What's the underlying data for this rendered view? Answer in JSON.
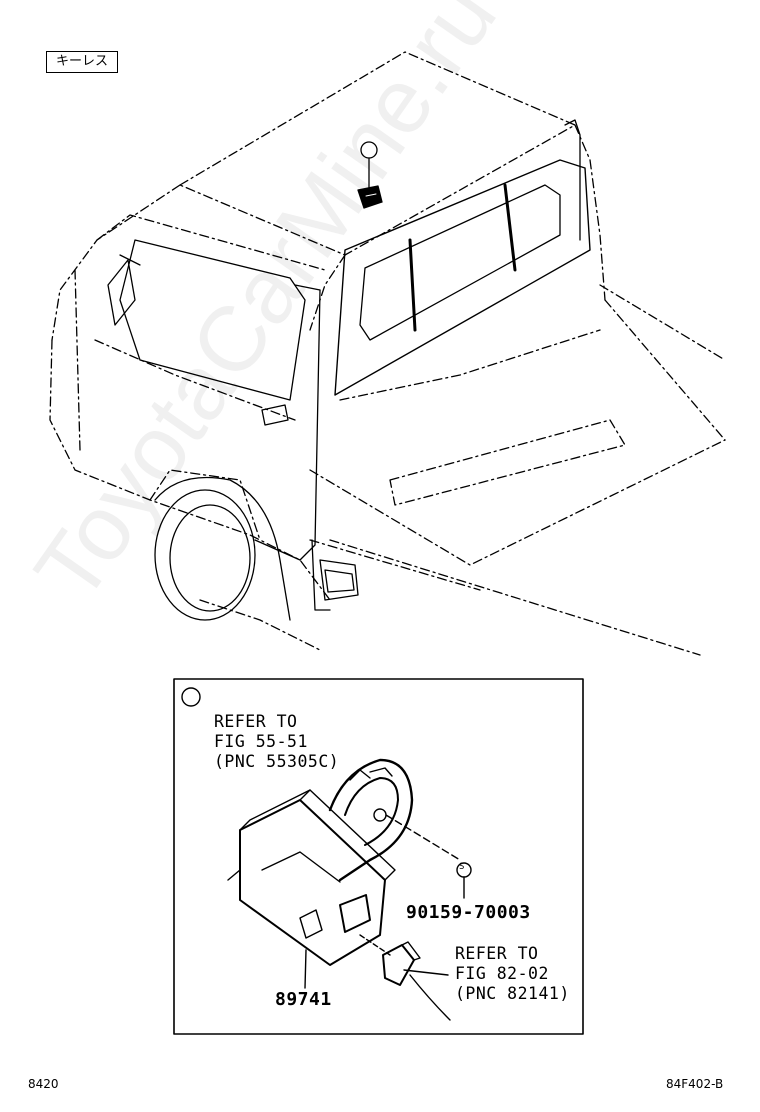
{
  "variant_tag": "キーレス",
  "callout_marker": "①",
  "detail": {
    "marker": "①",
    "refer_top": [
      "REFER TO",
      "FIG 55-51",
      "(PNC 55305C)"
    ],
    "bolt_part_number": "90159-70003",
    "bolt_symbol": "S",
    "refer_bottom": [
      "REFER TO",
      "FIG 82-02",
      "(PNC 82141)"
    ],
    "main_part_number": "89741"
  },
  "footer": {
    "page_code": "8420",
    "illustration_code": "84F402-B"
  },
  "watermark": "ToyotaCarMine.ru"
}
